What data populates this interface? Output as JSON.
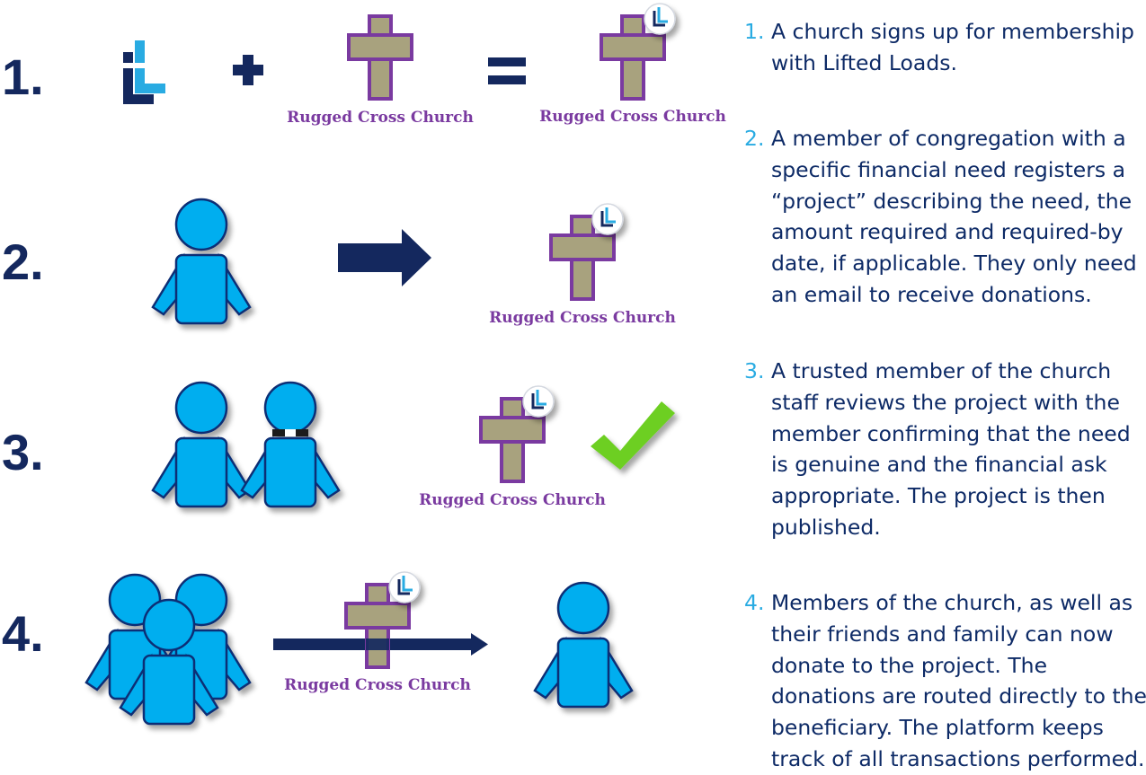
{
  "rows": [
    {
      "number": "1.",
      "church_labels": [
        "Rugged Cross Church",
        "Rugged Cross Church"
      ]
    },
    {
      "number": "2.",
      "church_labels": [
        "Rugged Cross Church"
      ]
    },
    {
      "number": "3.",
      "church_labels": [
        "Rugged Cross Church"
      ]
    },
    {
      "number": "4.",
      "church_labels": [
        "Rugged Cross Church"
      ]
    }
  ],
  "steps": [
    {
      "n": "1.",
      "text": "A church signs up for membership with Lifted Loads."
    },
    {
      "n": "2.",
      "text": "A member of congregation with a specific financial need registers a “project” describing the need, the amount required and required-by date, if applicable. They only need an email to receive donations."
    },
    {
      "n": "3.",
      "text": "A trusted member of the church staff reviews the project with the member confirming that the need is genuine and the financial ask appropriate. The project is then published."
    },
    {
      "n": "4.",
      "text": "Members of the church, as well as their friends and family can now donate to the project. The donations are routed directly to the beneficiary. The platform keeps track of all transactions performed."
    }
  ],
  "colors": {
    "navy": "#14285e",
    "person_blue": "#00aeef",
    "person_outline": "#0a2f74",
    "cross_fill": "#a8a27e",
    "cross_outline": "#7a3aa0",
    "check_green": "#6dcf24",
    "step_number": "#29abe2"
  },
  "icons": [
    "lifted-loads-logo-icon",
    "plus-icon",
    "equals-icon",
    "cross-icon",
    "person-icon",
    "right-arrow-icon",
    "checkmark-icon",
    "clergy-person-icon"
  ]
}
